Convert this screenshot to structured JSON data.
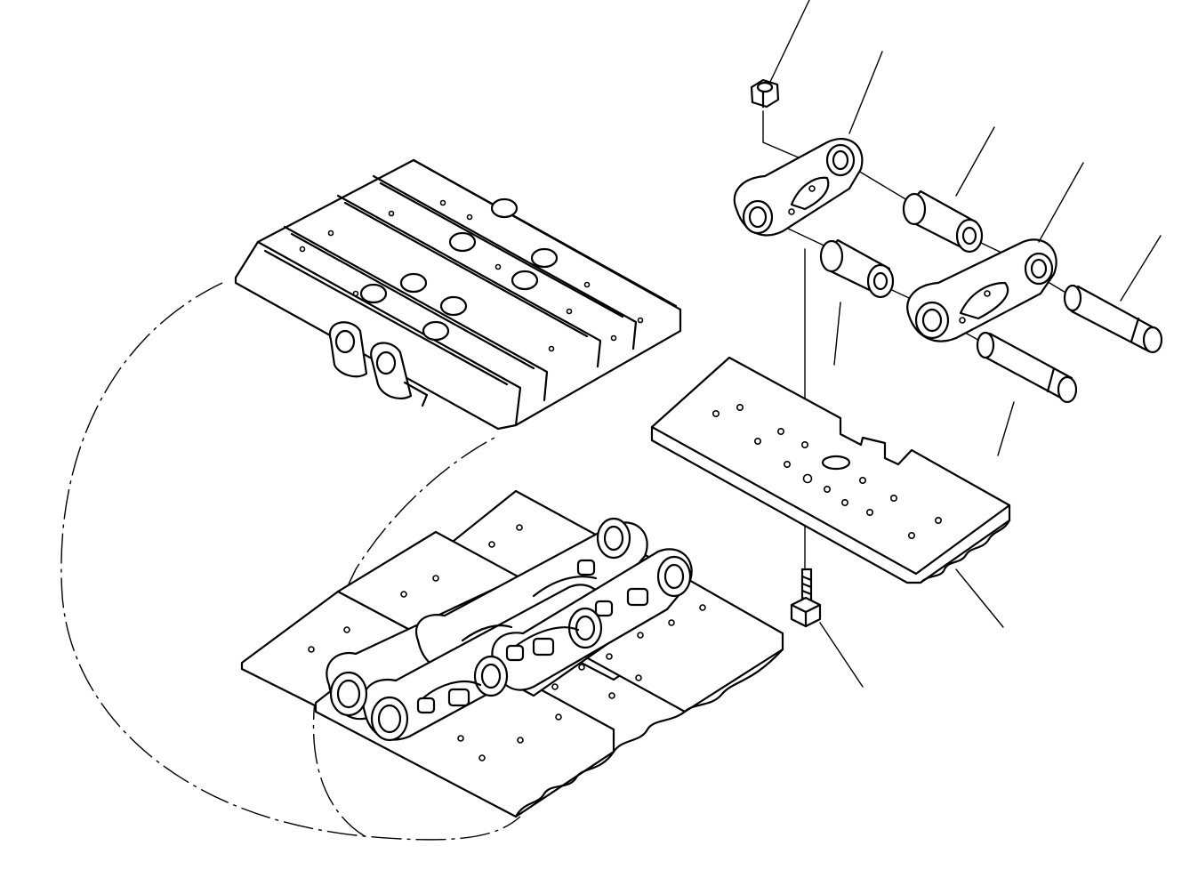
{
  "diagram": {
    "type": "exploded-parts-view",
    "colors": {
      "ink": "#000000",
      "paper": "#ffffff"
    },
    "parts": [
      {
        "id": "nut"
      },
      {
        "id": "link-left"
      },
      {
        "id": "bushing-upper"
      },
      {
        "id": "link-right"
      },
      {
        "id": "pin-upper"
      },
      {
        "id": "bushing-lower"
      },
      {
        "id": "pin-lower"
      },
      {
        "id": "shoe-plate"
      },
      {
        "id": "shoe-bolt"
      }
    ],
    "assemblies": [
      {
        "id": "grouser-track-section"
      },
      {
        "id": "assembled-link-chain"
      }
    ]
  }
}
